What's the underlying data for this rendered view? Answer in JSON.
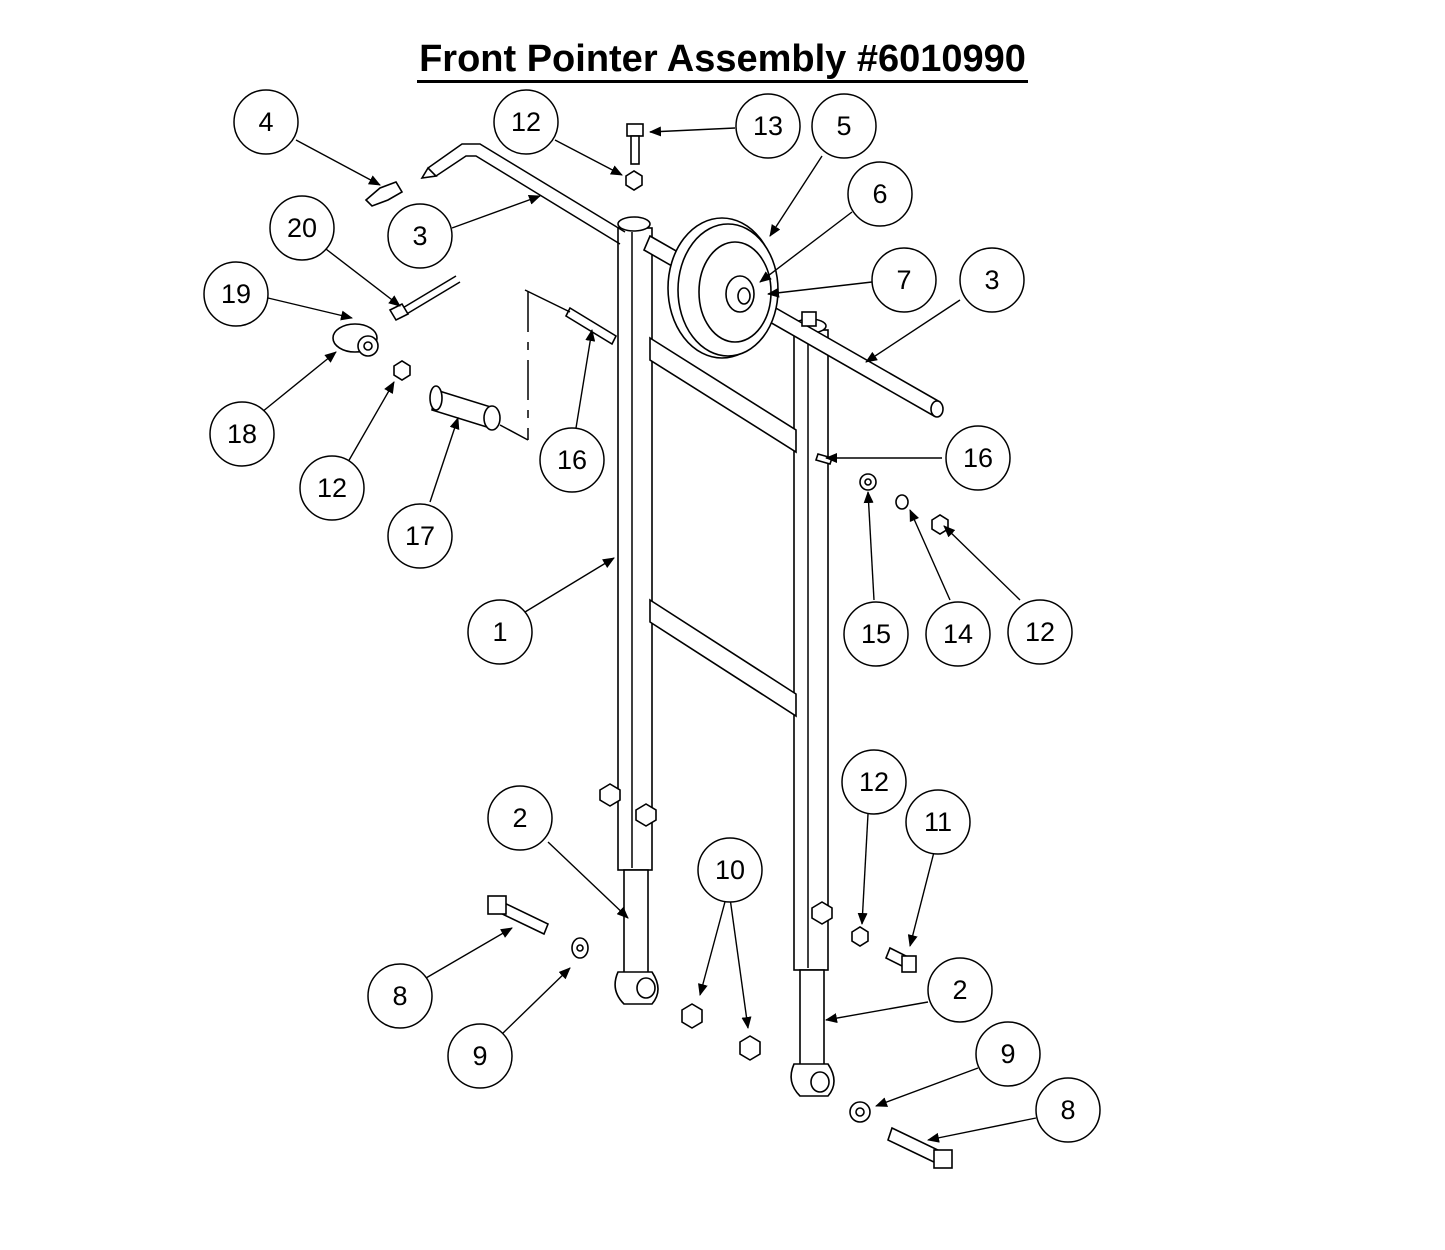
{
  "title": "Front Pointer Assembly #6010990",
  "callouts": [
    {
      "label": "1"
    },
    {
      "label": "2"
    },
    {
      "label": "2"
    },
    {
      "label": "3"
    },
    {
      "label": "3"
    },
    {
      "label": "4"
    },
    {
      "label": "5"
    },
    {
      "label": "6"
    },
    {
      "label": "7"
    },
    {
      "label": "8"
    },
    {
      "label": "8"
    },
    {
      "label": "9"
    },
    {
      "label": "9"
    },
    {
      "label": "10"
    },
    {
      "label": "11"
    },
    {
      "label": "12"
    },
    {
      "label": "12"
    },
    {
      "label": "12"
    },
    {
      "label": "12"
    },
    {
      "label": "13"
    },
    {
      "label": "14"
    },
    {
      "label": "15"
    },
    {
      "label": "16"
    },
    {
      "label": "16"
    },
    {
      "label": "17"
    },
    {
      "label": "18"
    },
    {
      "label": "19"
    },
    {
      "label": "20"
    }
  ]
}
